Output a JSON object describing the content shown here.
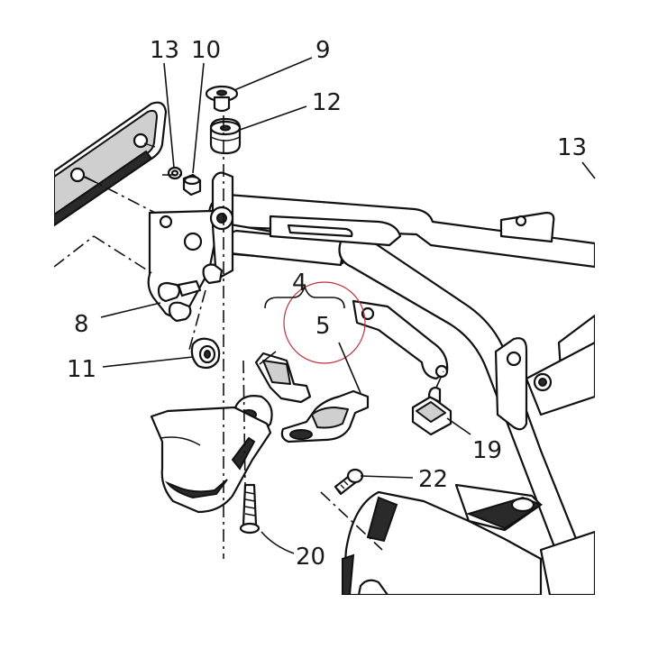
{
  "labels": {
    "l13": "13",
    "l12": "12",
    "l8": "8",
    "l11": "11",
    "l4": "4",
    "l5": "5",
    "l19": "19",
    "l22": "22",
    "l20": "20",
    "top_left_a": "13",
    "top_left_b": "10",
    "top_mid": "9"
  },
  "colors": {
    "line": "#111111",
    "highlight_circle": "#c0303a",
    "shadow": "#2a2a2a"
  }
}
